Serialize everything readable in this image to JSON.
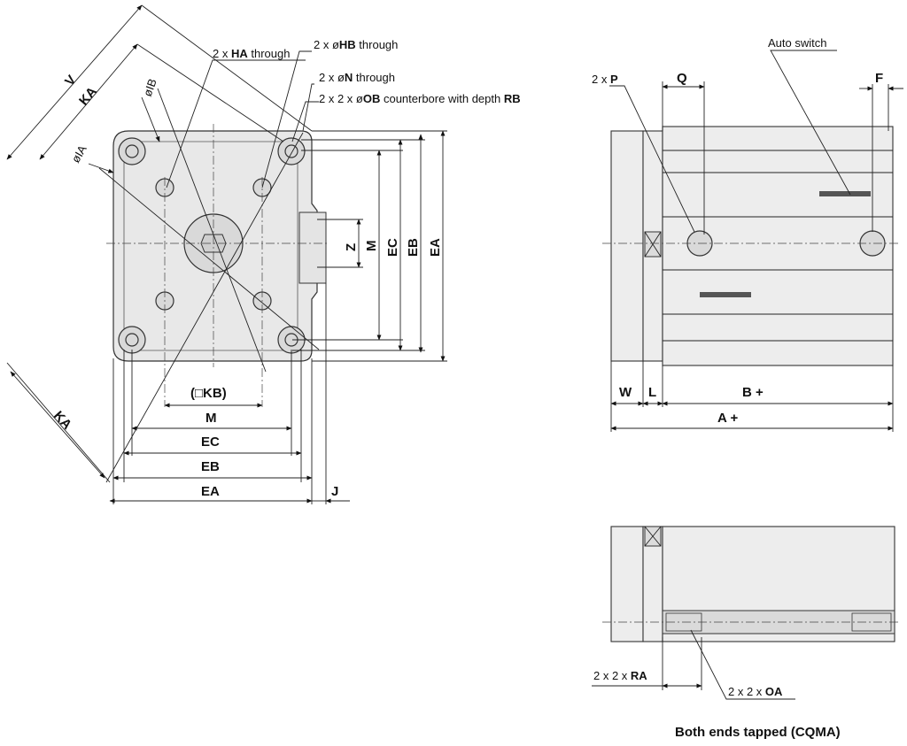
{
  "front_view": {
    "labels": {
      "ha_through": {
        "prefix": "2 x ",
        "code": "HA",
        "suffix": " through"
      },
      "hb_through": {
        "prefix": "2 x ø",
        "code": "HB",
        "suffix": " through"
      },
      "n_through": {
        "prefix": "2 x ø",
        "code": "N",
        "suffix": " through"
      },
      "ob_counterbore": {
        "prefix": "2 x 2 x ø",
        "code": "OB",
        "mid": " counterbore with depth ",
        "code2": "RB"
      }
    },
    "dimensions": {
      "V": "V",
      "KA_top": "KA",
      "IB": "øIB",
      "IA": "øIA",
      "KA_bottom": "KA",
      "Z": "Z",
      "M_vertical": "M",
      "EC_vertical": "EC",
      "EB_vertical": "EB",
      "EA_vertical": "EA",
      "KB": "(□KB)",
      "M": "M",
      "EC": "EC",
      "EB": "EB",
      "EA": "EA",
      "J": "J"
    }
  },
  "side_view": {
    "labels": {
      "p": {
        "prefix": "2 x ",
        "code": "P"
      },
      "Q": "Q",
      "auto_switch": "Auto switch",
      "F": "F",
      "W": "W",
      "L": "L",
      "B": "B +",
      "A": "A +"
    }
  },
  "bottom_view": {
    "labels": {
      "ra": {
        "prefix": "2 x 2 x ",
        "code": "RA"
      },
      "oa": {
        "prefix": "2 x 2 x ",
        "code": "OA"
      }
    },
    "caption": "Both ends tapped (CQMA)"
  }
}
